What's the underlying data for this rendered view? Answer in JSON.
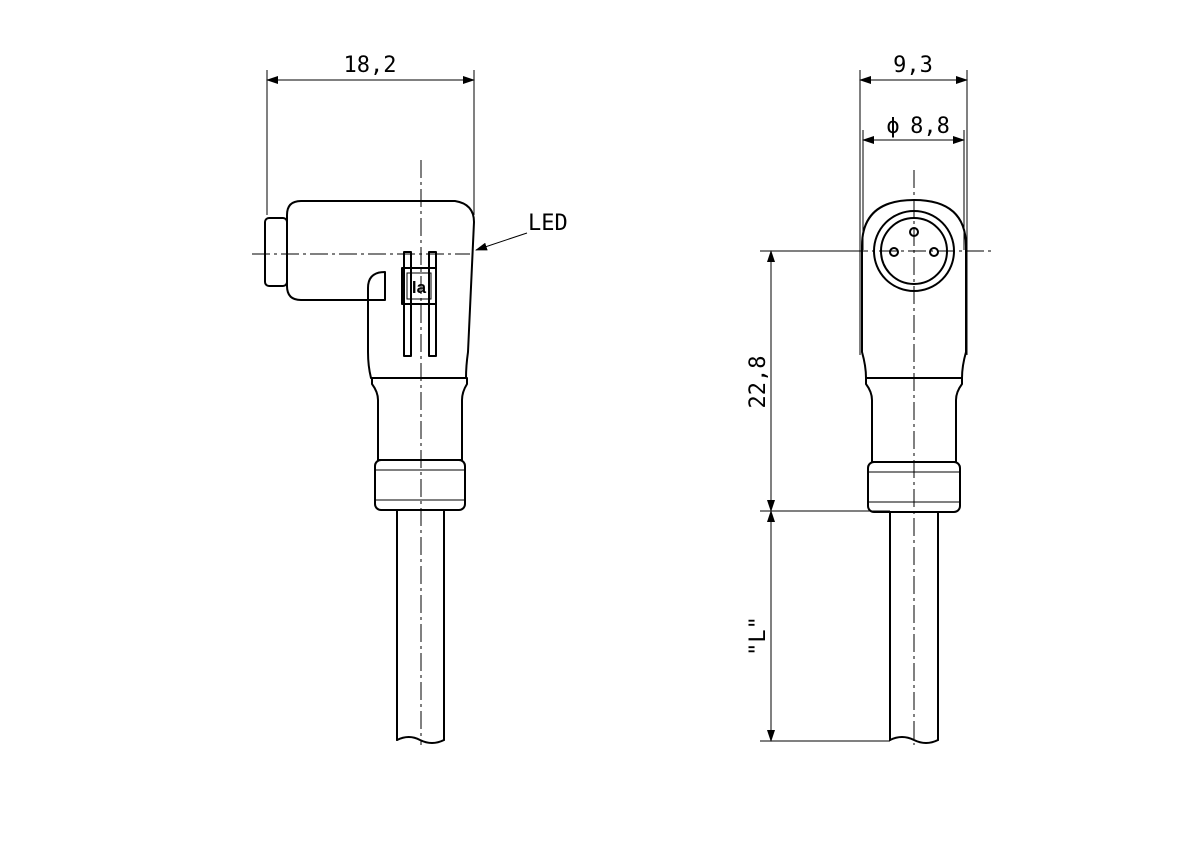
{
  "dimensions": {
    "side_width": "18,2",
    "front_width": "9,3",
    "diameter_symbol": "ϕ",
    "diameter_value": "8,8",
    "height": "22,8",
    "length": "\"L\""
  },
  "labels": {
    "led": "LED",
    "logo": "la"
  }
}
